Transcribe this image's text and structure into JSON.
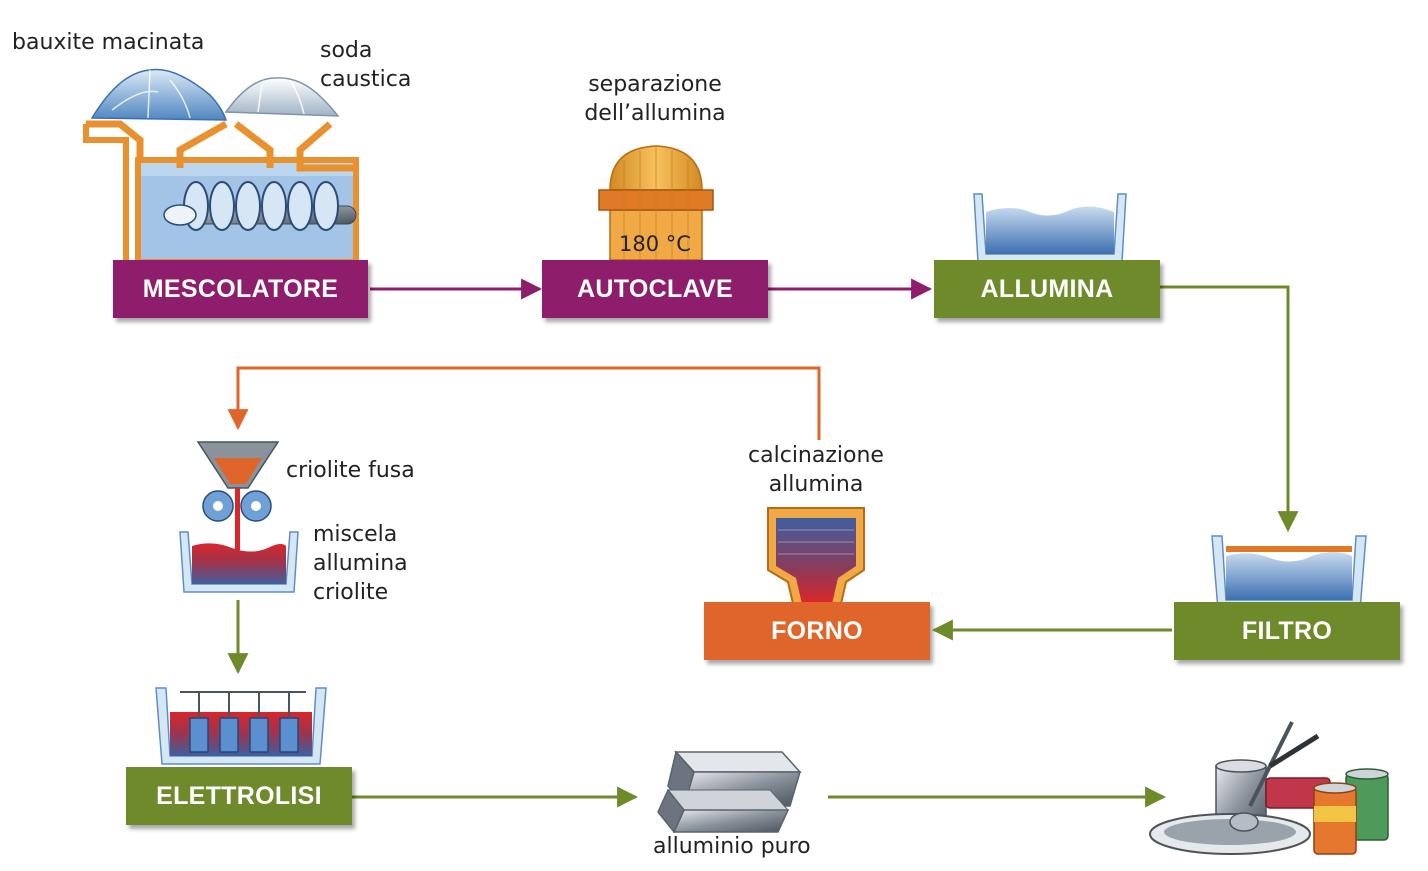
{
  "stages": {
    "mescolatore": "MESCOLATORE",
    "autoclave": "AUTOCLAVE",
    "allumina": "ALLUMINA",
    "filtro": "FILTRO",
    "forno": "FORNO",
    "elettrolisi": "ELETTROLISI"
  },
  "labels": {
    "bauxite": "bauxite macinata",
    "soda": [
      "soda",
      "caustica"
    ],
    "separazione": [
      "separazione",
      "dell’allumina"
    ],
    "temperature": "180 °C",
    "criolite_fusa": "criolite fusa",
    "miscela": [
      "miscela",
      "allumina",
      "criolite"
    ],
    "calcinazione": [
      "calcinazione",
      "allumina"
    ],
    "alluminio_puro": "alluminio puro"
  },
  "colors": {
    "purple": "#8e1d6b",
    "green": "#6f8a2a",
    "orange": "#e0652a",
    "pipe": "#e8912e",
    "water": "#5d8ec8"
  },
  "icons": {
    "mixer": "mixer-icon",
    "autoclave": "autoclave-icon",
    "tank": "tank-icon",
    "funnel": "funnel-icon",
    "electrolysis": "electrolysis-cell-icon",
    "ingots": "ingots-icon",
    "products": "kitchenware-icon"
  }
}
